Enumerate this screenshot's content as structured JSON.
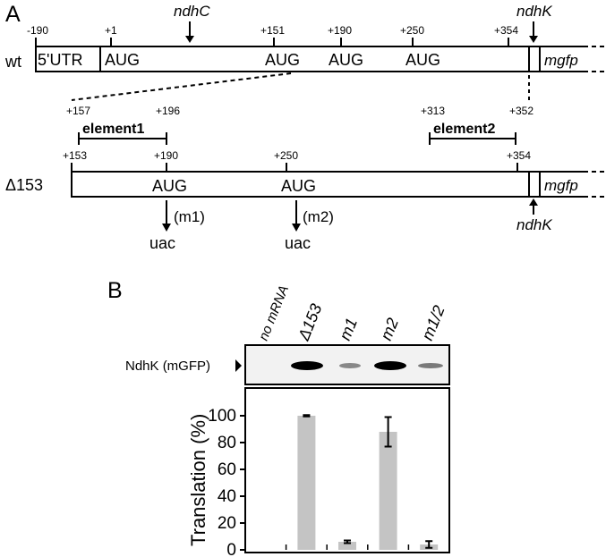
{
  "panelA": {
    "label": "A",
    "wt": {
      "name": "wt",
      "utr": "5'UTR",
      "positions": [
        "-190",
        "+1",
        "+151",
        "+190",
        "+250",
        "+354"
      ],
      "augs": [
        "AUG",
        "AUG",
        "AUG",
        "AUG"
      ],
      "gene_top": "ndhC",
      "gene_right": "ndhK",
      "reporter": "mgfp"
    },
    "elements": {
      "e1_start": "+157",
      "e1_end": "+196",
      "e1_name": "element1",
      "e2_start": "+313",
      "e2_end": "+352",
      "e2_name": "element2"
    },
    "d153": {
      "name": "Δ153",
      "positions": [
        "+153",
        "+190",
        "+250",
        "+354"
      ],
      "augs": [
        "AUG",
        "AUG"
      ],
      "reporter": "mgfp",
      "gene_bottom": "ndhK",
      "mutations": [
        {
          "label": "(m1)",
          "codon": "uac"
        },
        {
          "label": "(m2)",
          "codon": "uac"
        }
      ]
    }
  },
  "panelB": {
    "label": "B",
    "lanes": [
      "no mRNA",
      "Δ153",
      "m1",
      "m2",
      "m1/2"
    ],
    "band_label": "NdhK (mGFP)",
    "chart_data": {
      "type": "bar",
      "categories": [
        "no mRNA",
        "Δ153",
        "m1",
        "m2",
        "m1/2"
      ],
      "values": [
        0,
        100,
        6,
        88,
        4
      ],
      "errors": [
        0,
        0.5,
        1,
        11,
        2.5
      ],
      "ylabel": "Translation (%)",
      "ylim": [
        0,
        110
      ],
      "yticks": [
        "0",
        "20",
        "40",
        "60",
        "80",
        "100"
      ],
      "bar_color": "#c4c4c4"
    }
  }
}
